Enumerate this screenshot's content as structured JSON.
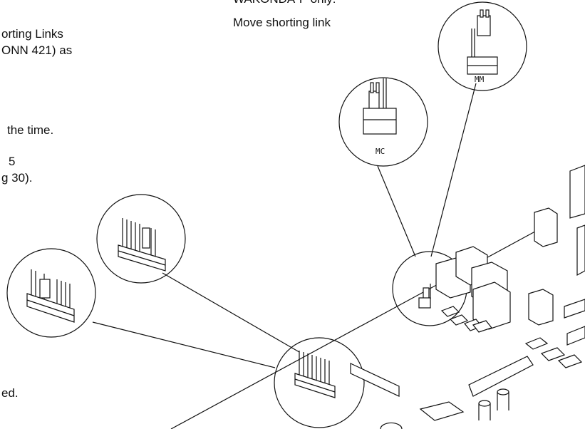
{
  "text": {
    "left_line1": "orting Links",
    "left_line2": "ONN 421) as",
    "left_line3": "the time.",
    "left_line4": "5",
    "left_line5": "g 30).",
    "left_line6": "ed.",
    "top_line1": "WAKONDA-P only:",
    "top_line2": "Move shorting link"
  },
  "labels": {
    "mc": "MC",
    "mm": "MM"
  }
}
